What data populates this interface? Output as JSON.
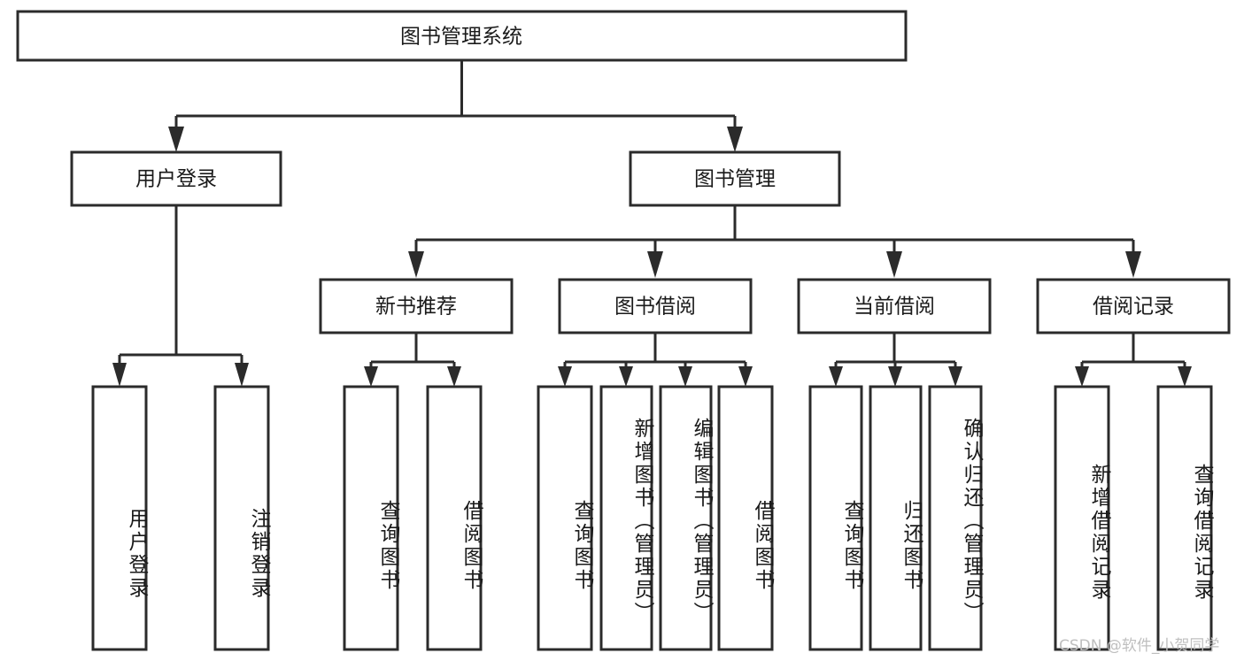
{
  "diagram": {
    "title": "图书管理系统",
    "type": "functional-structure-tree",
    "root": {
      "id": "root",
      "label": "图书管理系统",
      "orientation": "horizontal"
    },
    "level2": [
      {
        "id": "user-login",
        "label": "用户登录",
        "orientation": "horizontal"
      },
      {
        "id": "book-manage",
        "label": "图书管理",
        "orientation": "horizontal"
      }
    ],
    "level3": [
      {
        "id": "new-book-recommend",
        "label": "新书推荐",
        "parent": "book-manage",
        "orientation": "horizontal"
      },
      {
        "id": "book-borrow",
        "label": "图书借阅",
        "parent": "book-manage",
        "orientation": "horizontal"
      },
      {
        "id": "current-borrow",
        "label": "当前借阅",
        "parent": "book-manage",
        "orientation": "horizontal"
      },
      {
        "id": "borrow-record",
        "label": "借阅记录",
        "parent": "book-manage",
        "orientation": "horizontal"
      }
    ],
    "leaves": [
      {
        "id": "leaf-user-login",
        "label": "用户登录",
        "parent": "user-login",
        "orientation": "vertical"
      },
      {
        "id": "leaf-logout",
        "label": "注销登录",
        "parent": "user-login",
        "orientation": "vertical"
      },
      {
        "id": "leaf-query-book-1",
        "label": "查询图书",
        "parent": "new-book-recommend",
        "orientation": "vertical"
      },
      {
        "id": "leaf-borrow-book-1",
        "label": "借阅图书",
        "parent": "new-book-recommend",
        "orientation": "vertical"
      },
      {
        "id": "leaf-query-book-2",
        "label": "查询图书",
        "parent": "book-borrow",
        "orientation": "vertical"
      },
      {
        "id": "leaf-add-book",
        "label": "新增图书（管理员）",
        "parent": "book-borrow",
        "orientation": "vertical"
      },
      {
        "id": "leaf-edit-book",
        "label": "编辑图书（管理员）",
        "parent": "book-borrow",
        "orientation": "vertical"
      },
      {
        "id": "leaf-borrow-book-2",
        "label": "借阅图书",
        "parent": "book-borrow",
        "orientation": "vertical"
      },
      {
        "id": "leaf-query-book-3",
        "label": "查询图书",
        "parent": "current-borrow",
        "orientation": "vertical"
      },
      {
        "id": "leaf-return-book",
        "label": "归还图书",
        "parent": "current-borrow",
        "orientation": "vertical"
      },
      {
        "id": "leaf-confirm-return",
        "label": "确认归还（管理员）",
        "parent": "current-borrow",
        "orientation": "vertical"
      },
      {
        "id": "leaf-add-record",
        "label": "新增借阅记录",
        "parent": "borrow-record",
        "orientation": "vertical"
      },
      {
        "id": "leaf-query-record",
        "label": "查询借阅记录",
        "parent": "borrow-record",
        "orientation": "vertical"
      }
    ],
    "colors": {
      "box_stroke": "#2b2b2b",
      "box_fill": "#ffffff",
      "text": "#1a1a1a",
      "connector": "#2b2b2b",
      "watermark": "#bfbfbf"
    }
  },
  "watermark": {
    "text": "CSDN @软件_小贺同学"
  }
}
